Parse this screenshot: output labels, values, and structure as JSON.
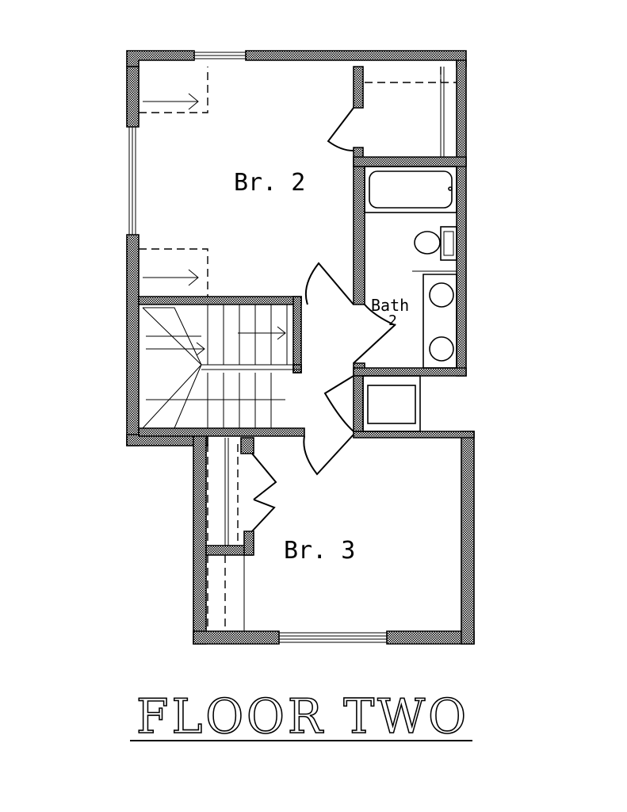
{
  "title": "FLOOR TWO",
  "rooms": {
    "bedroom_2": "Br. 2",
    "bedroom_3": "Br. 3",
    "bath_2_name": "Bath",
    "bath_2_number": "2"
  },
  "colors": {
    "line": "#000000",
    "background": "#ffffff"
  }
}
